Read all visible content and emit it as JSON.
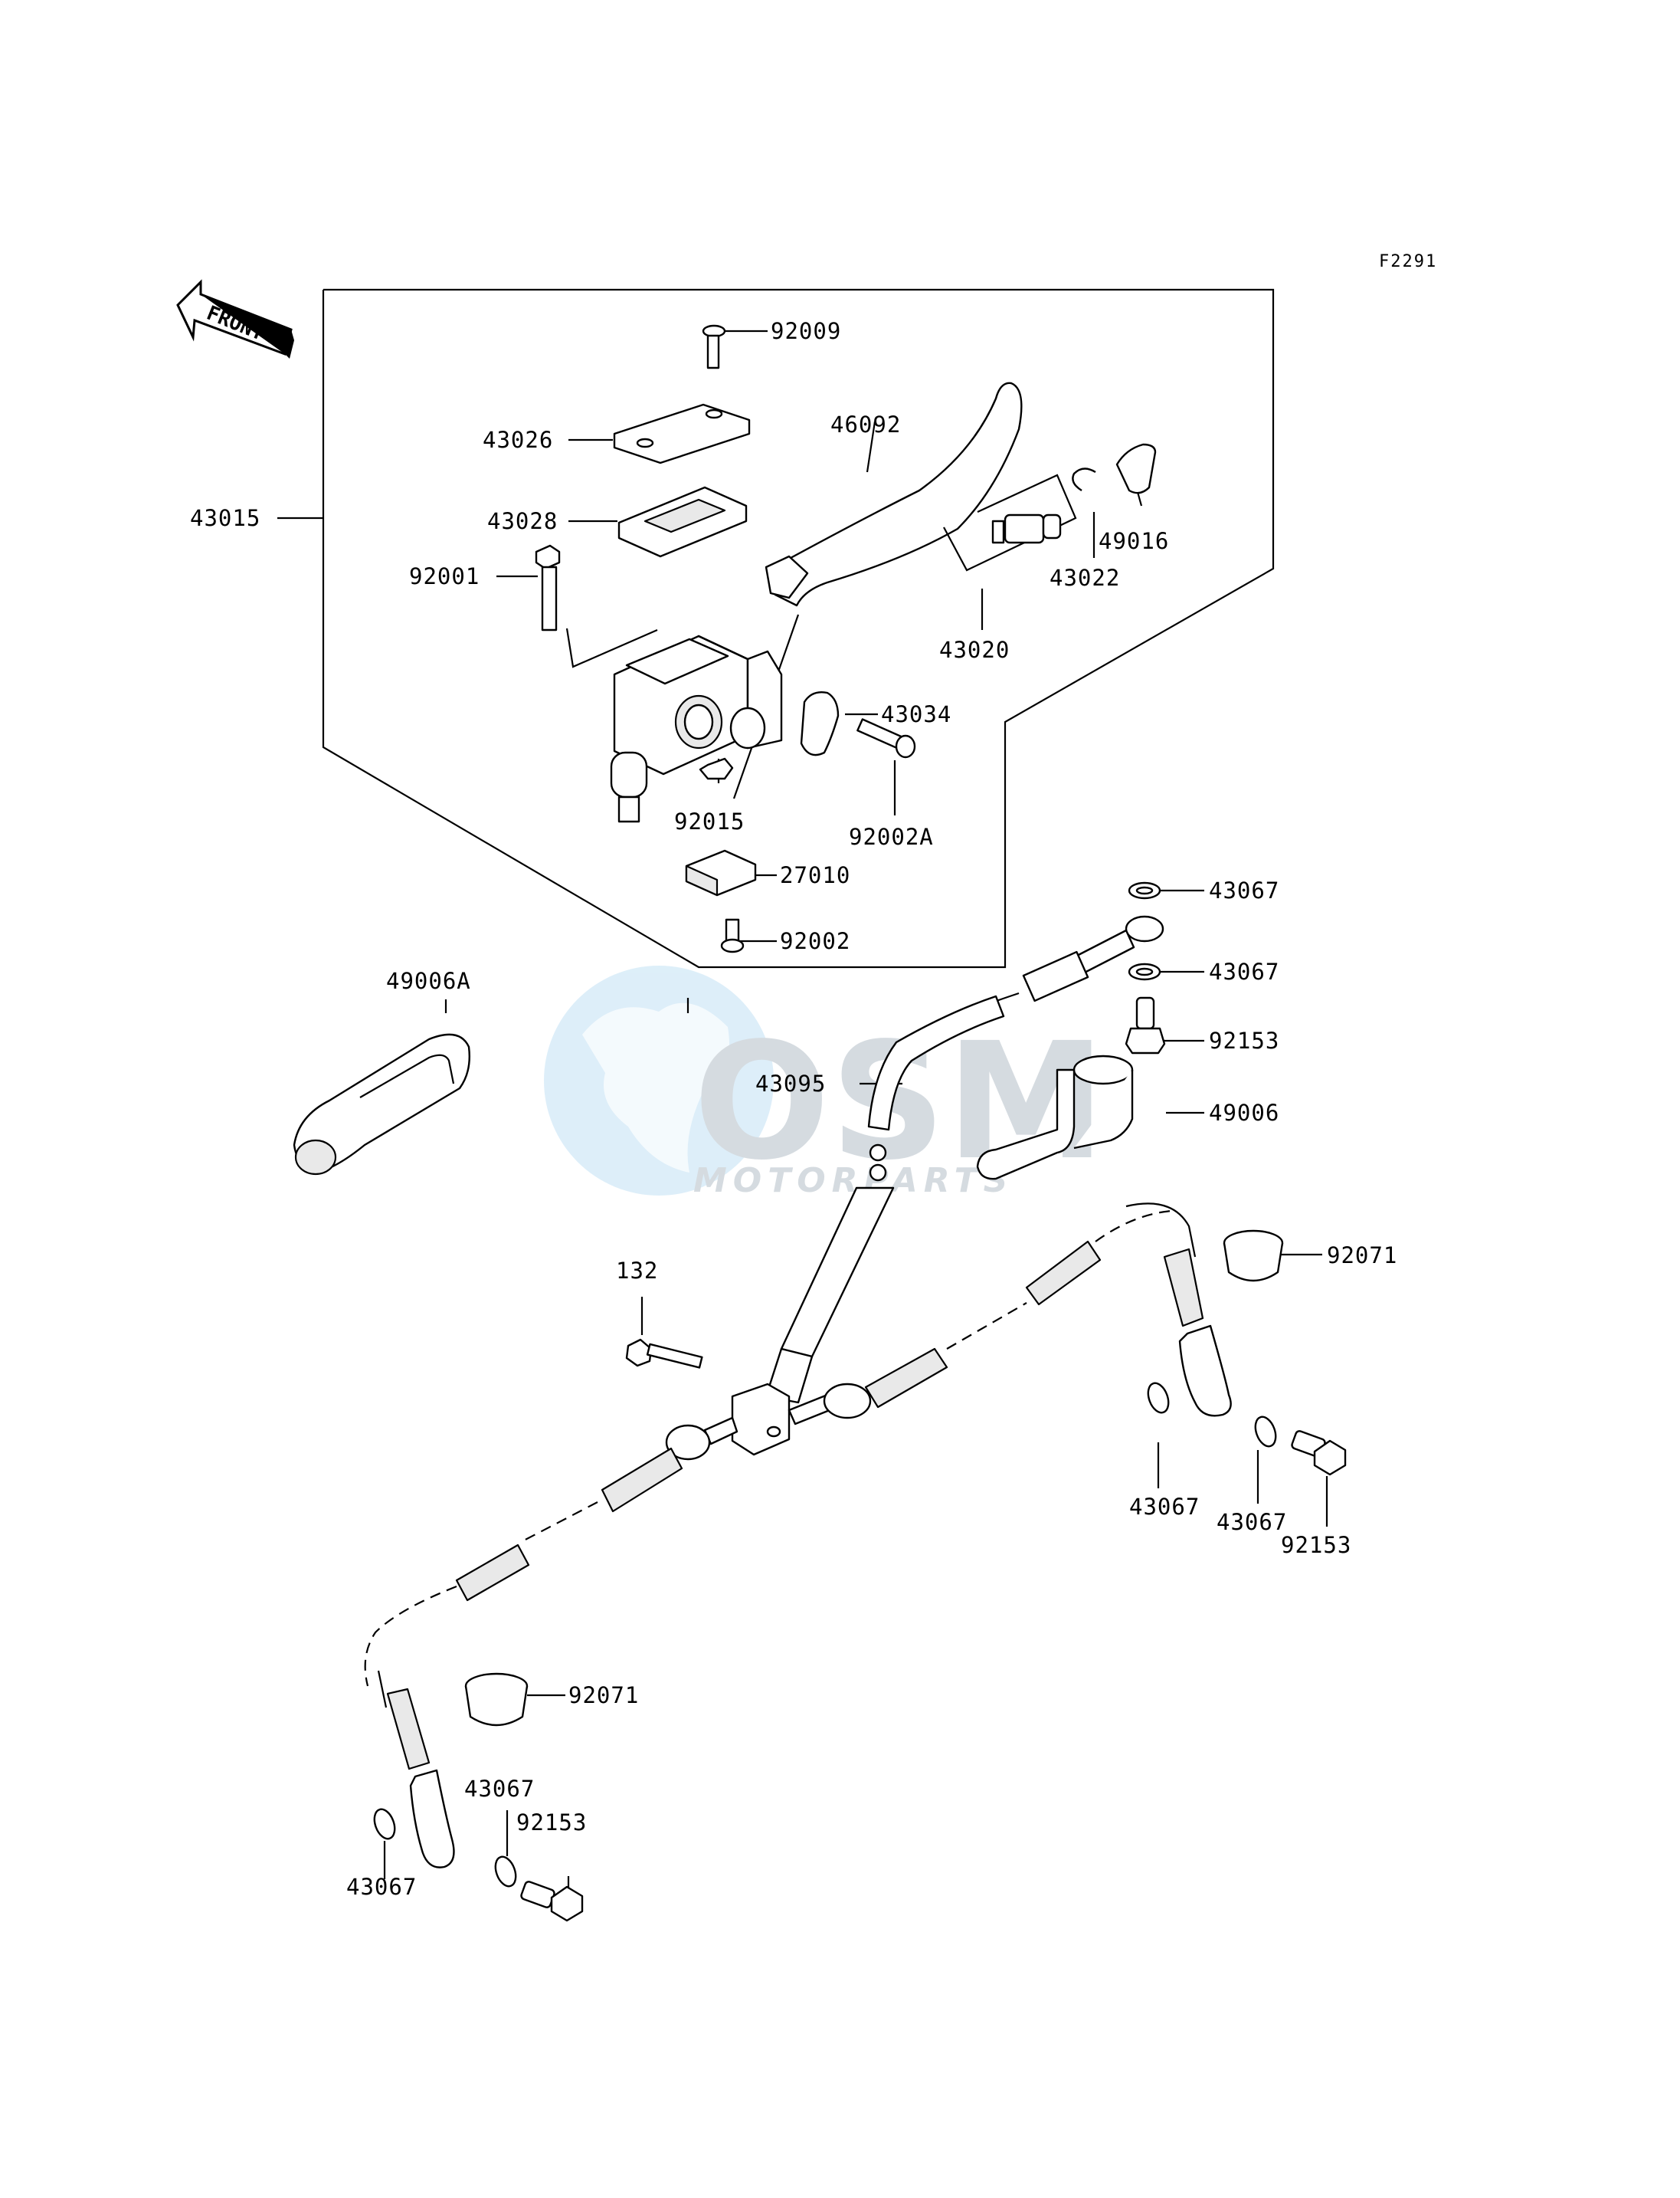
{
  "diagram": {
    "figure_code": "F2291",
    "front_arrow_text": "FRONT",
    "watermark": {
      "brand": "OSM",
      "sub": "MOTORPARTS"
    },
    "parts": {
      "p92009": "92009",
      "p43026": "43026",
      "p46092": "46092",
      "p43015": "43015",
      "p43028": "43028",
      "p49016": "49016",
      "p92001": "92001",
      "p43022": "43022",
      "p43020": "43020",
      "p43034": "43034",
      "p92015": "92015",
      "p92002A": "92002A",
      "p27010": "27010",
      "p43067_a": "43067",
      "p92002": "92002",
      "p49006A": "49006A",
      "p43067_b": "43067",
      "p92153_a": "92153",
      "p43095": "43095",
      "p49006": "49006",
      "p92071_a": "92071",
      "p132": "132",
      "p43067_c": "43067",
      "p43067_d": "43067",
      "p92153_b": "92153",
      "p92071_b": "92071",
      "p43067_e": "43067",
      "p92153_c": "92153",
      "p43067_f": "43067"
    }
  }
}
